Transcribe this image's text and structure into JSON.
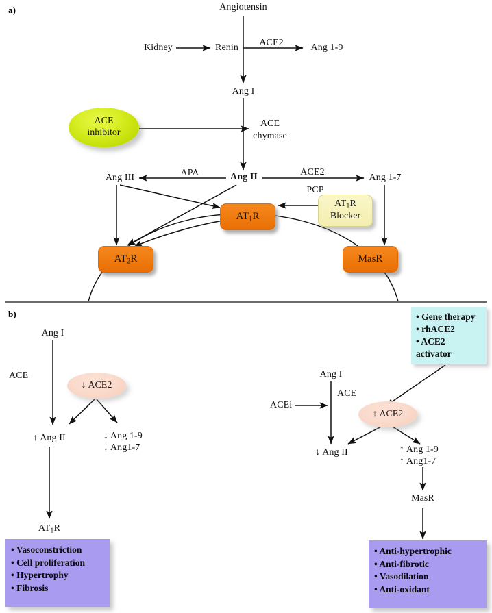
{
  "figure": {
    "panel_a_tag": "a)",
    "panel_b_tag": "b)"
  },
  "panel_a": {
    "nodes": {
      "angiotensin": "Angiotensin",
      "kidney": "Kidney",
      "renin": "Renin",
      "ang1_9": "Ang 1-9",
      "ang_i": "Ang I",
      "ang_ii": "Ang II",
      "ang_iii": "Ang III",
      "ang1_7": "Ang 1-7"
    },
    "enzymes": {
      "ace2_top": "ACE2",
      "ace": "ACE",
      "chymase": "chymase",
      "apa": "APA",
      "ace2_right": "ACE2",
      "pcp": "PCP"
    },
    "ace_inhibitor": {
      "line1": "ACE",
      "line2": "inhibitor"
    },
    "at1r_blocker": {
      "line1_pre": "AT",
      "line1_sub": "1",
      "line1_post": "R",
      "line2": "Blocker"
    },
    "receptors": {
      "at1r_pre": "AT",
      "at1r_sub": "1",
      "at1r_post": "R",
      "at2r_pre": "AT",
      "at2r_sub": "2",
      "at2r_post": "R",
      "masr": "MasR"
    }
  },
  "panel_b": {
    "left": {
      "ang_i": "Ang I",
      "ace": "ACE",
      "ace2_ellipse": "↓ ACE2",
      "ang_ii": "↑ Ang II",
      "ang1_9": "↓ Ang 1-9",
      "ang1_7": "↓ Ang1-7",
      "at1r_pre": "AT",
      "at1r_sub": "1",
      "at1r_post": "R",
      "outcomes": [
        "• Vasoconstriction",
        "• Cell proliferation",
        "• Hypertrophy",
        "• Fibrosis"
      ]
    },
    "right": {
      "therapy_box": [
        "• Gene therapy",
        "• rhACE2",
        "• ACE2",
        "activator"
      ],
      "ang_i": "Ang I",
      "ace": "ACE",
      "acei": "ACEi",
      "ace2_ellipse": "↑ ACE2",
      "ang_ii": "↓ Ang II",
      "ang1_9": "↑ Ang 1-9",
      "ang1_7": "↑ Ang1-7",
      "masr": "MasR",
      "outcomes": [
        "• Anti-hypertrophic",
        "• Anti-fibrotic",
        "• Vasodilation",
        "• Anti-oxidant"
      ]
    }
  },
  "colors": {
    "receptor_orange": "#F07D11",
    "blocker_yellow": "#F4EEB0",
    "ace_inhibitor_green": "#D7EE23",
    "ace2_peach": "#FADBCD",
    "therapy_cyan": "#C9F2F2",
    "outcome_purple": "#A99CF0",
    "arrow_black": "#111111"
  }
}
